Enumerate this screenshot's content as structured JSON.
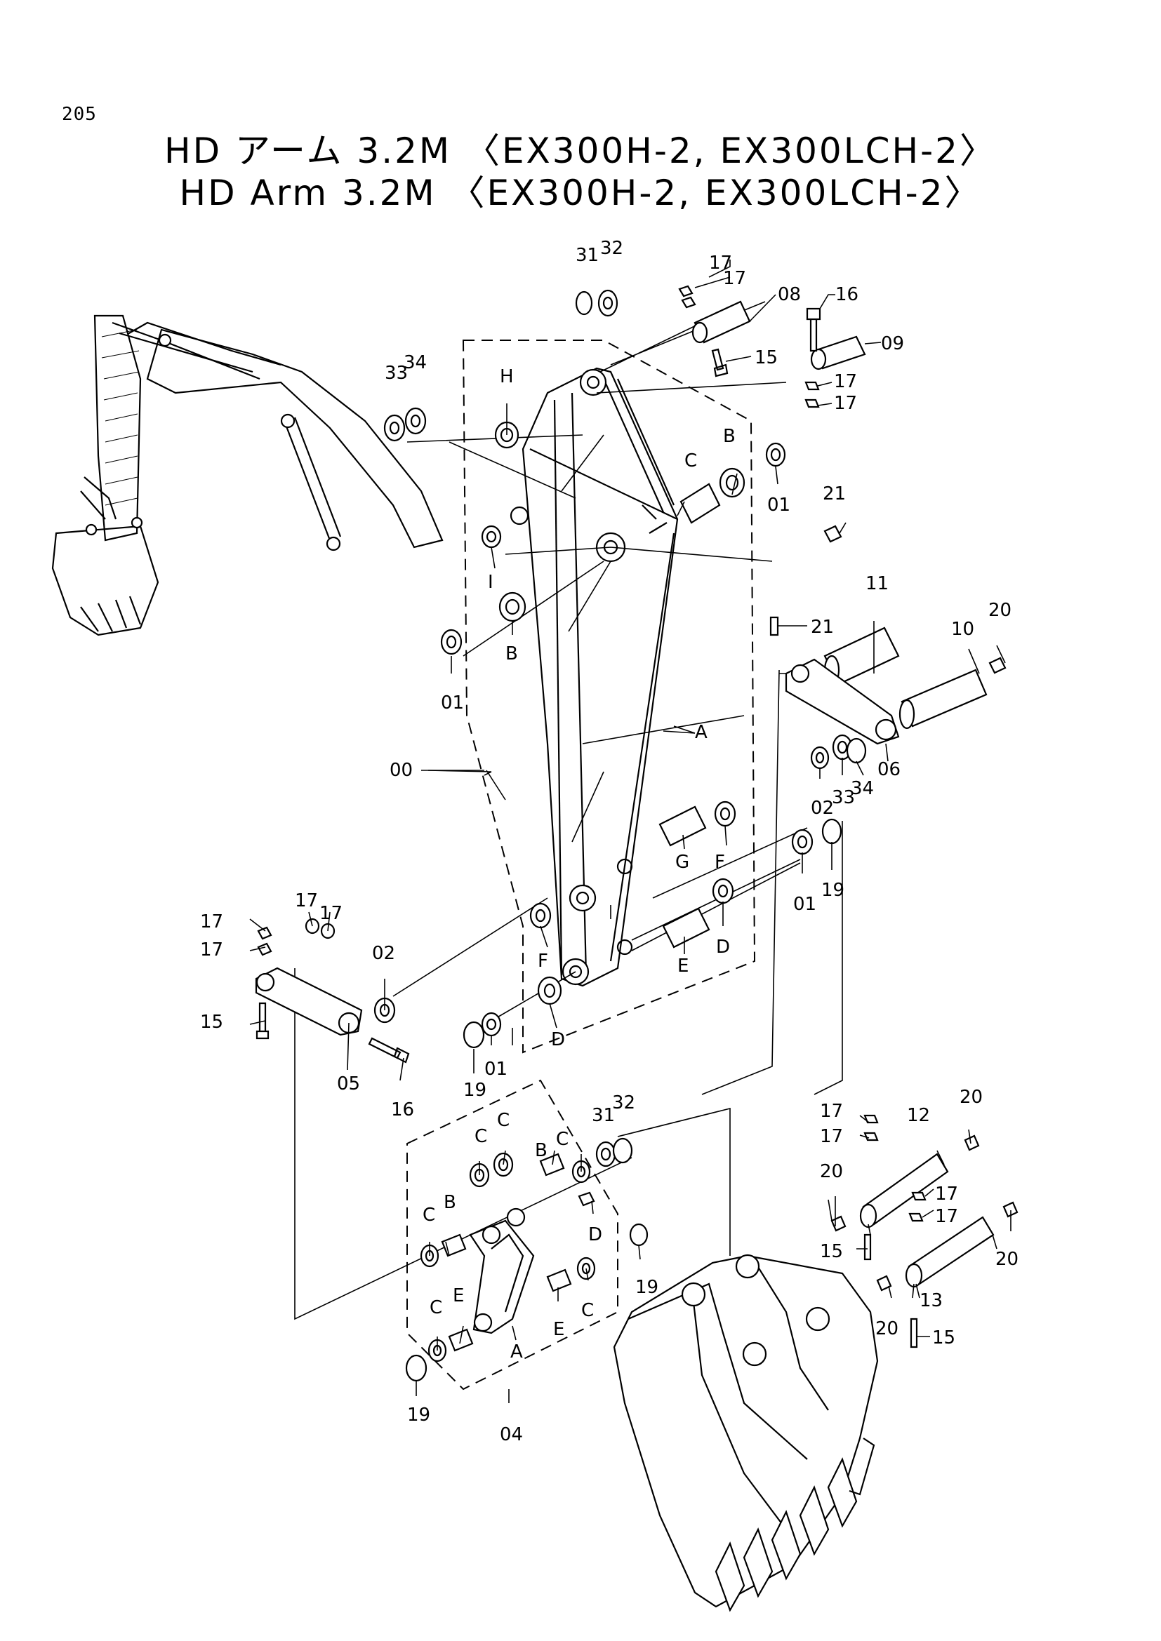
{
  "page_number": "205",
  "title": {
    "japanese": "HD アーム 3.2M 〈EX300H-2, EX300LCH-2〉",
    "english": "HD Arm 3.2M 〈EX300H-2, EX300LCH-2〉"
  },
  "callouts": {
    "n00": "00",
    "n01": "01",
    "n02": "02",
    "n04": "04",
    "n05": "05",
    "n06": "06",
    "n08": "08",
    "n09": "09",
    "n10": "10",
    "n11": "11",
    "n12": "12",
    "n13": "13",
    "n15": "15",
    "n16": "16",
    "n17": "17",
    "n19": "19",
    "n20": "20",
    "n21": "21",
    "n31": "31",
    "n32": "32",
    "n33": "33",
    "n34": "34",
    "A": "A",
    "B": "B",
    "C": "C",
    "D": "D",
    "E": "E",
    "F": "F",
    "G": "G",
    "H": "H",
    "I": "I"
  }
}
